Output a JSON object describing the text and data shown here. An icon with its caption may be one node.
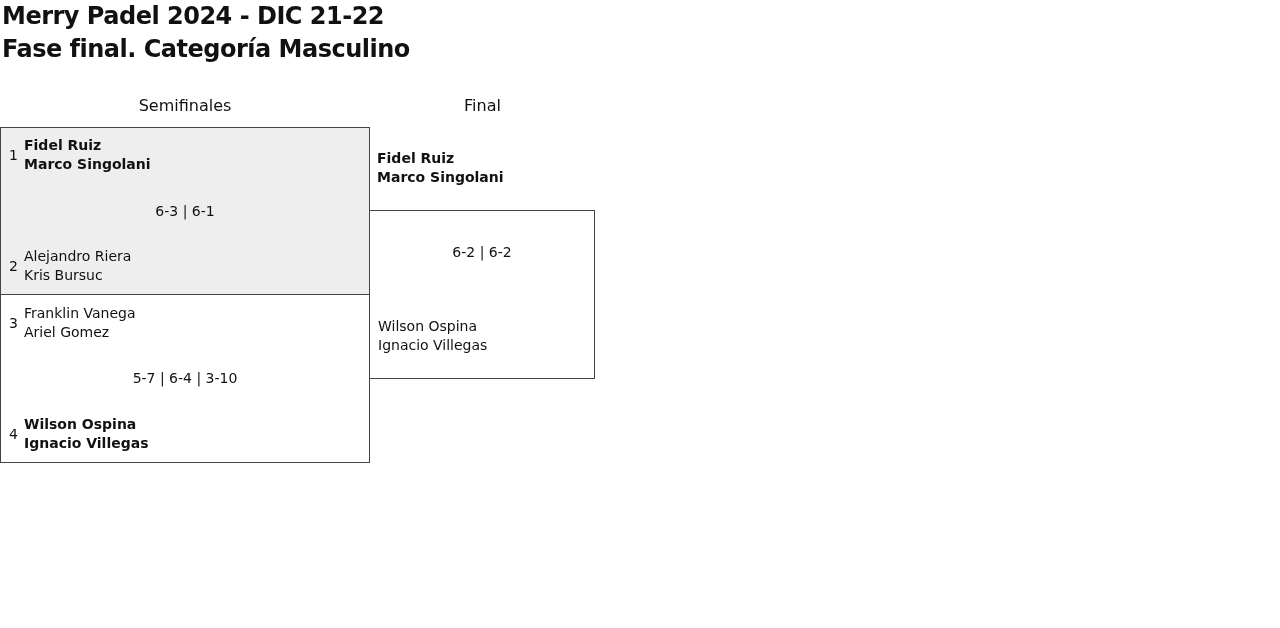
{
  "diagram": {
    "title": "Merry Padel 2024 - DIC 21-22",
    "nodes": [
      {
        "text": [
          "6-3 | 6-1"
        ]
      },
      {
        "text": [
          "1",
          "**Fidel Ruiz**",
          "**Marco Singolani**"
        ],
        "in": 0
      },
      {
        "text": [
          "2",
          "Alejandro Riera",
          "Kris Bursuc"
        ],
        "in": 0
      },
      {
        "text": [
          "5-7 | 6-4 | 3-10"
        ]
      },
      {
        "text": [
          "3",
          "Franklin Vanega",
          "Ariel Gomez"
        ],
        "in": 3
      },
      {
        "text": [
          "4",
          "**Wilson Ospina**",
          "**Ignacio Villegas**"
        ],
        "in": 3
      },
      {
        "text": [
          "**Fidel Ruiz**",
          "**Marco Singolani**"
        ]
      },
      {
        "text": [
          "6-2 | 6-2"
        ]
      },
      {
        "text": [
          "Wilson Ospina",
          "Ignacio Villegas"
        ],
        "in": 7
      }
    ],
    "labels": [
      "Fase final. Categoría Masculino",
      "Semifinales",
      "Final"
    ]
  }
}
